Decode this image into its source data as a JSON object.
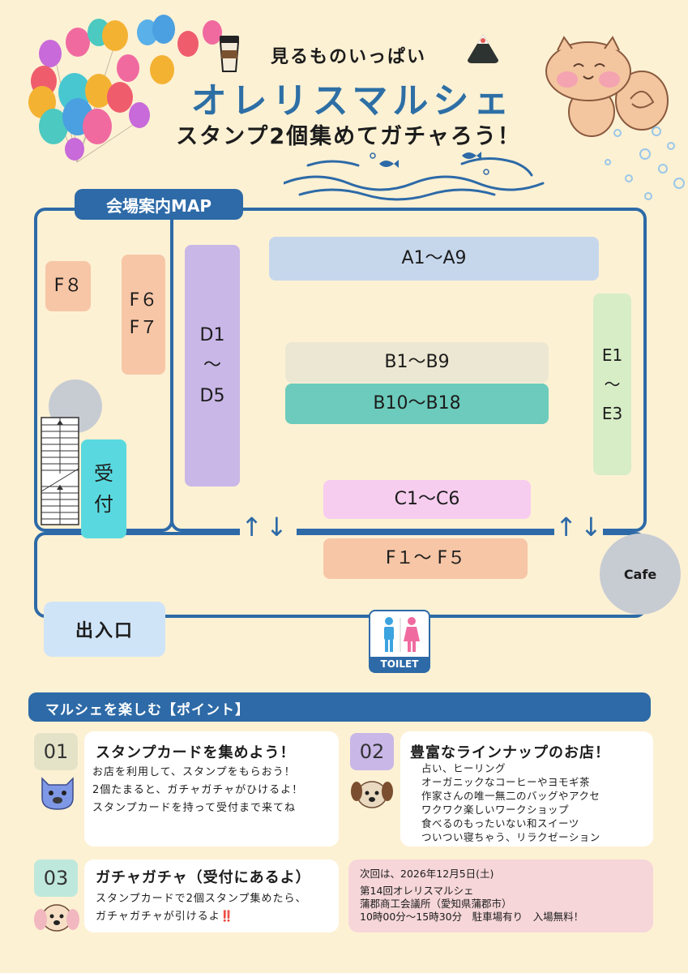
{
  "header": {
    "subtitle": "見るものいっぱい",
    "title": "オレリスマルシェ",
    "tagline": "スタンプ2個集めてガチャろう！"
  },
  "map": {
    "tab_label": "会場案内MAP",
    "booths": {
      "f8": "F８",
      "f6": "F６",
      "f7": "F７",
      "d1": "D1",
      "d_tilde": "～",
      "d5": "D5",
      "a": "A1～A9",
      "b1": "B1～B9",
      "b10": "B10～B18",
      "e1": "E1",
      "e_tilde": "～",
      "e3": "E3",
      "c": "C1～C6",
      "f1": "F１～ F５"
    },
    "reception_1": "受",
    "reception_2": "付",
    "cafe": "Cafe",
    "entrance": "出入口",
    "toilet": "TOILET",
    "arrows": "↑↓"
  },
  "points": {
    "heading": "マルシェを楽しむ【ポイント】",
    "p1": {
      "number": "01",
      "title": "スタンプカードを集めよう！",
      "lines": [
        "お店を利用して、スタンプをもらおう！",
        "2個たまると、ガチャガチャがひけるよ！",
        "スタンプカードを持って受付まで来てね"
      ]
    },
    "p2": {
      "number": "02",
      "title": "豊富なラインナップのお店！",
      "lines": [
        "占い、ヒーリング",
        "オーガニックなコーヒーやヨモギ茶",
        "作家さんの唯一無二のバッグやアクセ",
        "ワクワク楽しいワークショップ",
        "食べるのもったいない和スイーツ",
        "ついつい寝ちゃう、リラクゼーション"
      ]
    },
    "p3": {
      "number": "03",
      "title": "ガチャガチャ（受付にあるよ）",
      "lines": [
        "スタンプカードで2個スタンプ集めたら、",
        "ガチャガチャが引けるよ‼️"
      ]
    },
    "next": {
      "lines": [
        "次回は、2026年12月5日(土)",
        "第14回オレリスマルシェ",
        "蒲郡商工会議所（愛知県蒲郡市）",
        "10時00分～15時30分　駐車場有り　入場無料！"
      ]
    }
  },
  "colors": {
    "background": "#fdf1d4",
    "brand_blue": "#2d6aa7",
    "booth_a": "#c6d7ec",
    "booth_b1": "#ece7d2",
    "booth_b10": "#6ccbbc",
    "booth_c": "#f7cdef",
    "booth_d": "#c9b7e7",
    "booth_e": "#d6edc6",
    "booth_f": "#f7c6a6",
    "reception": "#59d9df",
    "entrance": "#cfe4f7",
    "next_info_card": "#f6d6d9"
  }
}
